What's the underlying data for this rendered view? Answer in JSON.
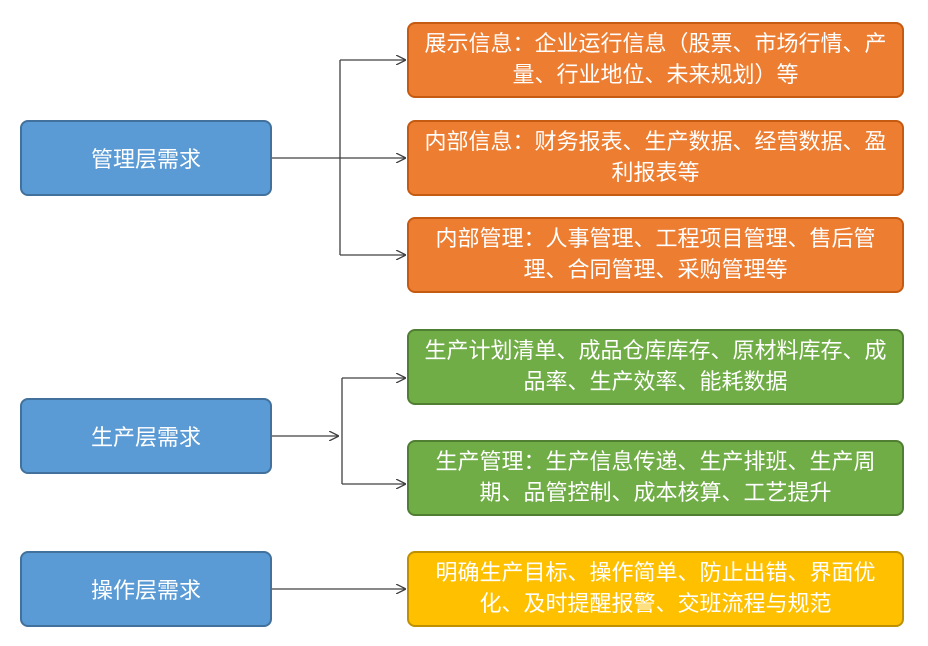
{
  "groups": [
    {
      "label": "管理层需求",
      "items": [
        "展示信息：企业运行信息（股票、市场行情、产量、行业地位、未来规划）等",
        "内部信息：财务报表、生产数据、经营数据、盈利报表等",
        "内部管理：人事管理、工程项目管理、售后管理、合同管理、采购管理等"
      ]
    },
    {
      "label": "生产层需求",
      "items": [
        "生产计划清单、成品仓库库存、原材料库存、成品率、生产效率、能耗数据",
        "生产管理：生产信息传递、生产排班、生产周期、品管控制、成本核算、工艺提升"
      ]
    },
    {
      "label": "操作层需求",
      "items": [
        "明确生产目标、操作简单、防止出错、界面优化、及时提醒报警、交班流程与规范"
      ]
    }
  ],
  "colors": {
    "left": "#5b9bd5",
    "management": "#ed7d31",
    "production": "#70ad47",
    "operation": "#ffc000",
    "connector": "#404040"
  }
}
